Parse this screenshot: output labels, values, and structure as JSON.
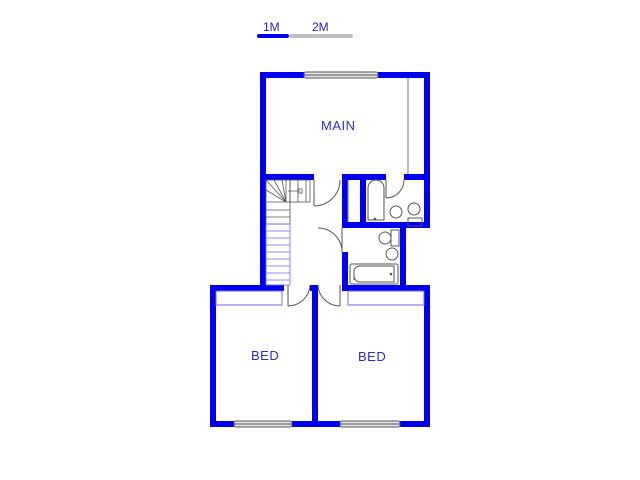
{
  "scale": {
    "labels": [
      "1M",
      "2M"
    ],
    "colors": {
      "primary": "#0000ee",
      "secondary": "#c0c0c0"
    }
  },
  "rooms": [
    {
      "id": "main",
      "label": "MAIN"
    },
    {
      "id": "bed1",
      "label": "BED"
    },
    {
      "id": "bed2",
      "label": "BED"
    }
  ],
  "colors": {
    "wall": "#0000ee",
    "label": "#2b2bc8",
    "fixture": "#555555",
    "thin_line": "#6a6aee",
    "window": "#888888"
  }
}
